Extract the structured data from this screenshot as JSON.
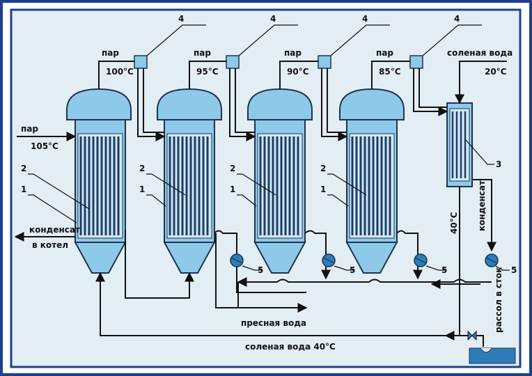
{
  "colors": {
    "frame": "#1d3f8f",
    "background": "#e3edf4",
    "vessel": "#8ec9ea",
    "vessel_dark": "#1c3350",
    "tube": "#1f3c66",
    "water": "#2d7cb8"
  },
  "labels": {
    "steam_in": "пар",
    "steam_in_temp": "105°C",
    "steam1": "пар",
    "steam1_temp": "100°C",
    "steam2": "пар",
    "steam2_temp": "95°C",
    "steam3": "пар",
    "steam3_temp": "90°C",
    "steam4": "пар",
    "steam4_temp": "85°C",
    "salt_water_in": "соленая вода",
    "salt_water_in_temp": "20°C",
    "condensate_out": "конденсат",
    "to_boiler": "в котел",
    "fresh_water": "пресная вода",
    "salt_water_return": "соленая вода 40°C",
    "temp_40": "40°C",
    "condensate_right": "конденсат",
    "brine_drain": "рассол в сток"
  },
  "callouts": {
    "tubes": "1",
    "bundle": "2",
    "condenser": "3",
    "separator": "4",
    "pump": "5"
  }
}
